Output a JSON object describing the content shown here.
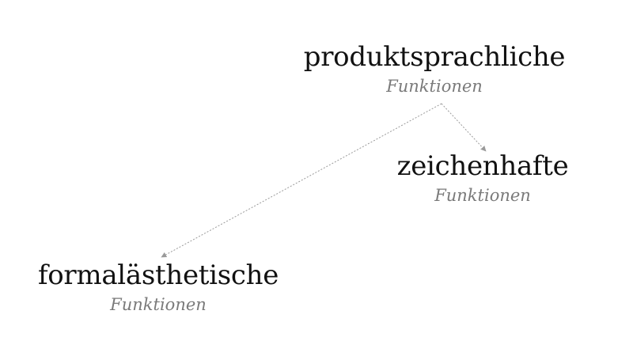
{
  "nodes": {
    "produkt": {
      "title": "produktsprachliche",
      "subtitle": "Funktionen"
    },
    "zeichen": {
      "title": "zeichenhafte",
      "subtitle": "Funktionen"
    },
    "formal": {
      "title": "formalästhetische",
      "subtitle": "Funktionen"
    }
  },
  "colors": {
    "title": "#111111",
    "subtitle": "#7a7a7a",
    "connector": "#9a9a9a",
    "background": "#ffffff"
  }
}
